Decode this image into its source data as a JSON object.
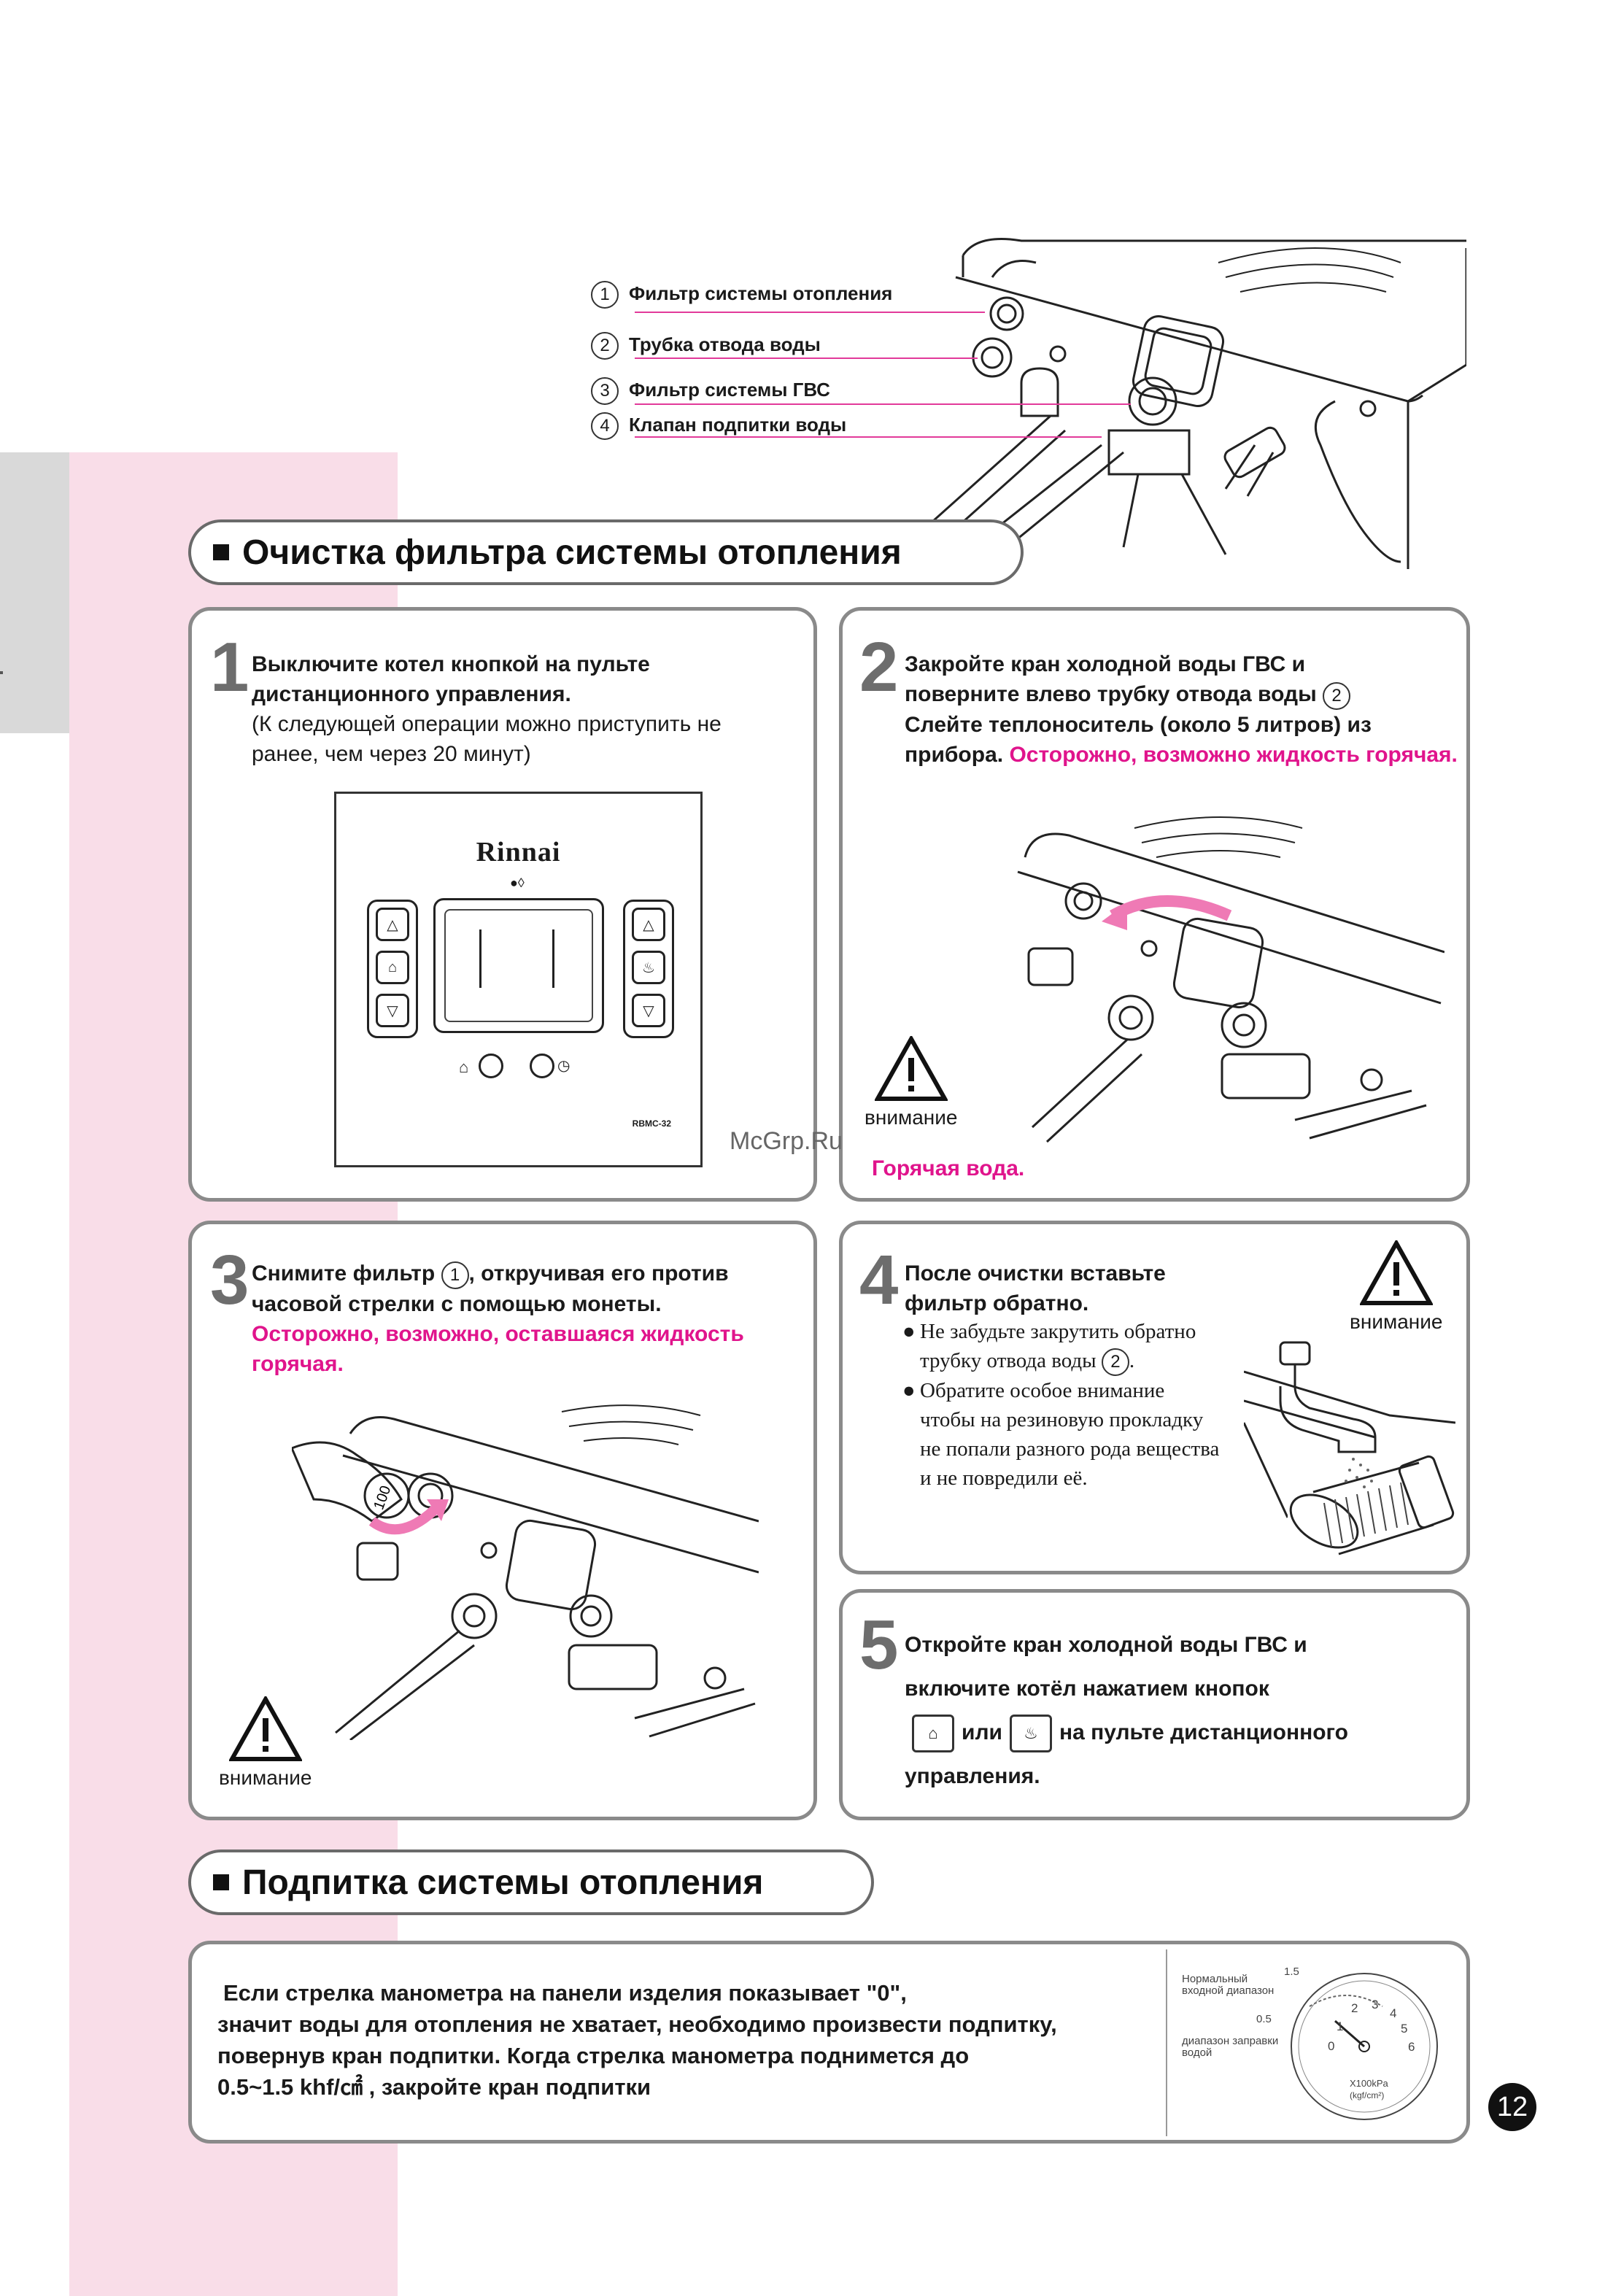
{
  "legend": [
    {
      "num": "1",
      "label": "Фильтр системы отопления"
    },
    {
      "num": "2",
      "label": "Трубка отвода воды"
    },
    {
      "num": "3",
      "label": "Фильтр системы ГВС"
    },
    {
      "num": "4",
      "label": "Клапан подпитки воды"
    }
  ],
  "section1": {
    "title": "Очистка фильтра системы отопления"
  },
  "section2": {
    "title": "Подпитка системы отопления"
  },
  "step1": {
    "num": "1",
    "bold": "Выключите котел кнопкой на пульте дистанционного управления.",
    "normal": "(К следующей операции можно приступить не ранее, чем через 20 минут)",
    "remote_brand": "Rinnai",
    "remote_model": "RBMC-32"
  },
  "step2": {
    "num": "2",
    "line1": "Закройте кран холодной воды ГВС и",
    "line2a": "поверните влево трубку отвода воды",
    "ref": "2",
    "line3": "Слейте теплоноситель (около 5 литров) из",
    "line4": "прибора.",
    "pink": "Осторожно, возможно жидкость горячая.",
    "warn_label": "внимание",
    "hot_water": "Горячая вода."
  },
  "step3": {
    "num": "3",
    "line1a": "Снимите фильтр",
    "ref": "1",
    "line1b": ", откручивая его против",
    "line2": "часовой стрелки с помощью монеты.",
    "pink": "Осторожно, возможно, оставшаяся жидкость горячая.",
    "warn_label": "внимание",
    "coin": "100"
  },
  "step4": {
    "num": "4",
    "line1": "После очистки вставьте",
    "line2": "фильтр обратно.",
    "bullet1a": "Не забудьте закрутить обратно трубку отвода воды",
    "bullet1ref": "2",
    "bullet1b": ".",
    "bullet2": "Обратите особое внимание чтобы на резиновую прокладку не попали разного рода вещества и не повредили её.",
    "warn_label": "внимание"
  },
  "step5": {
    "num": "5",
    "line1": "Откройте кран холодной воды ГВС и",
    "line2": "включите котёл нажатием кнопок",
    "or": "или",
    "line3": "на пульте дистанционного",
    "line4": "управления."
  },
  "refill": {
    "line1": "Если стрелка манометра на панели изделия показывает \"0\",",
    "line2": "значит воды для отопления не хватает, необходимо произвести подпитку,",
    "line3": "повернув кран подпитки. Когда стрелка манометра поднимется до",
    "line4": "0.5~1.5 khf/㎠ , закройте кран подпитки"
  },
  "gauge": {
    "normal_range": "Нормальный входной диапазон",
    "fill_range": "диапазон заправки водой",
    "v15": "1.5",
    "v05": "0.5",
    "scale": [
      "0",
      "1",
      "2",
      "3",
      "4",
      "5",
      "6"
    ],
    "unit1": "X100kPa",
    "unit2": "(kgf/cm²)"
  },
  "watermark": "McGrp.Ru",
  "page_number": "12"
}
